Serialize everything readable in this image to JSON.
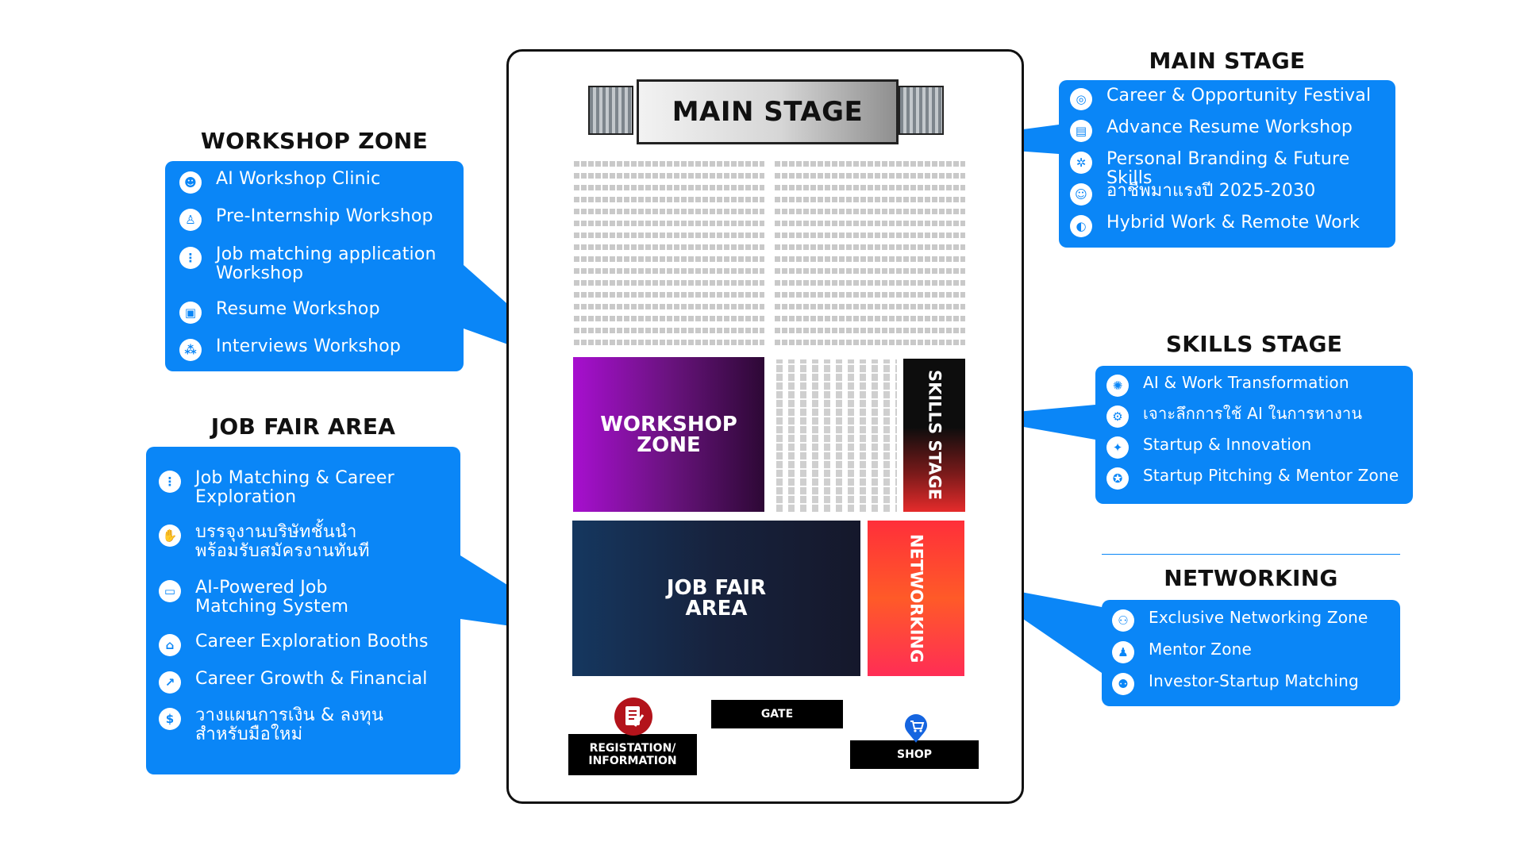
{
  "floor_plan": {
    "main_stage_label": "MAIN STAGE",
    "zones": {
      "workshop": "WORKSHOP\nZONE",
      "skills": "SKILLS STAGE",
      "job_fair": "JOB FAIR\nAREA",
      "networking": "NETWORKING"
    },
    "gate_label": "GATE",
    "registration_label": "REGISTATION/\nINFORMATION",
    "shop_label": "SHOP"
  },
  "callouts": {
    "main_stage": {
      "title": "MAIN STAGE",
      "items": [
        {
          "label": "Career & Opportunity Festival",
          "icon": "target-icon"
        },
        {
          "label": "Advance Resume Workshop",
          "icon": "document-icon"
        },
        {
          "label": "Personal Branding & Future Skills",
          "icon": "network-icon"
        },
        {
          "label": "อาชีพมาแรงปี 2025-2030",
          "icon": "people-icon"
        },
        {
          "label": "Hybrid Work & Remote Work",
          "icon": "ai-head-icon"
        }
      ]
    },
    "workshop_zone": {
      "title": "WORKSHOP ZONE",
      "items": [
        {
          "label": "AI Workshop Clinic",
          "icon": "robot-icon"
        },
        {
          "label": "Pre-Internship Workshop",
          "icon": "presenter-icon"
        },
        {
          "label": "Job matching application Workshop",
          "icon": "flow-icon"
        },
        {
          "label": "Resume Workshop",
          "icon": "resume-icon"
        },
        {
          "label": "Interviews Workshop",
          "icon": "interview-icon"
        }
      ]
    },
    "job_fair_area": {
      "title": "JOB FAIR AREA",
      "items": [
        {
          "label": "Job Matching & Career Exploration",
          "icon": "flow-icon"
        },
        {
          "label": "บรรจุงานบริษัทชั้นนำ พร้อมรับสมัครงานทันที",
          "icon": "handshake-icon"
        },
        {
          "label": "AI-Powered Job Matching System",
          "icon": "laptop-icon"
        },
        {
          "label": "Career Exploration Booths",
          "icon": "booth-icon"
        },
        {
          "label": "Career Growth & Financial",
          "icon": "growth-icon"
        },
        {
          "label": "วางแผนการเงิน & ลงทุน สำหรับมือใหม่",
          "icon": "money-icon"
        }
      ]
    },
    "skills_stage": {
      "title": "SKILLS STAGE",
      "items": [
        {
          "label": "AI & Work Transformation",
          "icon": "brain-icon"
        },
        {
          "label": "เจาะลึกการใช้ AI ในการหางาน",
          "icon": "gear-icon"
        },
        {
          "label": "Startup & Innovation",
          "icon": "lightbulb-icon"
        },
        {
          "label": "Startup Pitching & Mentor Zone",
          "icon": "pitch-icon"
        }
      ]
    },
    "networking": {
      "title": "NETWORKING",
      "items": [
        {
          "label": "Exclusive Networking Zone",
          "icon": "group-icon"
        },
        {
          "label": "Mentor Zone",
          "icon": "mentor-icon"
        },
        {
          "label": "Investor-Startup Matching",
          "icon": "partners-icon"
        }
      ]
    }
  },
  "colors": {
    "callout_blue": "#0a86f7",
    "workshop_purple": "#a70fcf",
    "job_fair_navy": "#15375f",
    "networking_red": "#ff2f3a",
    "skills_dark": "#0d0d0d"
  }
}
